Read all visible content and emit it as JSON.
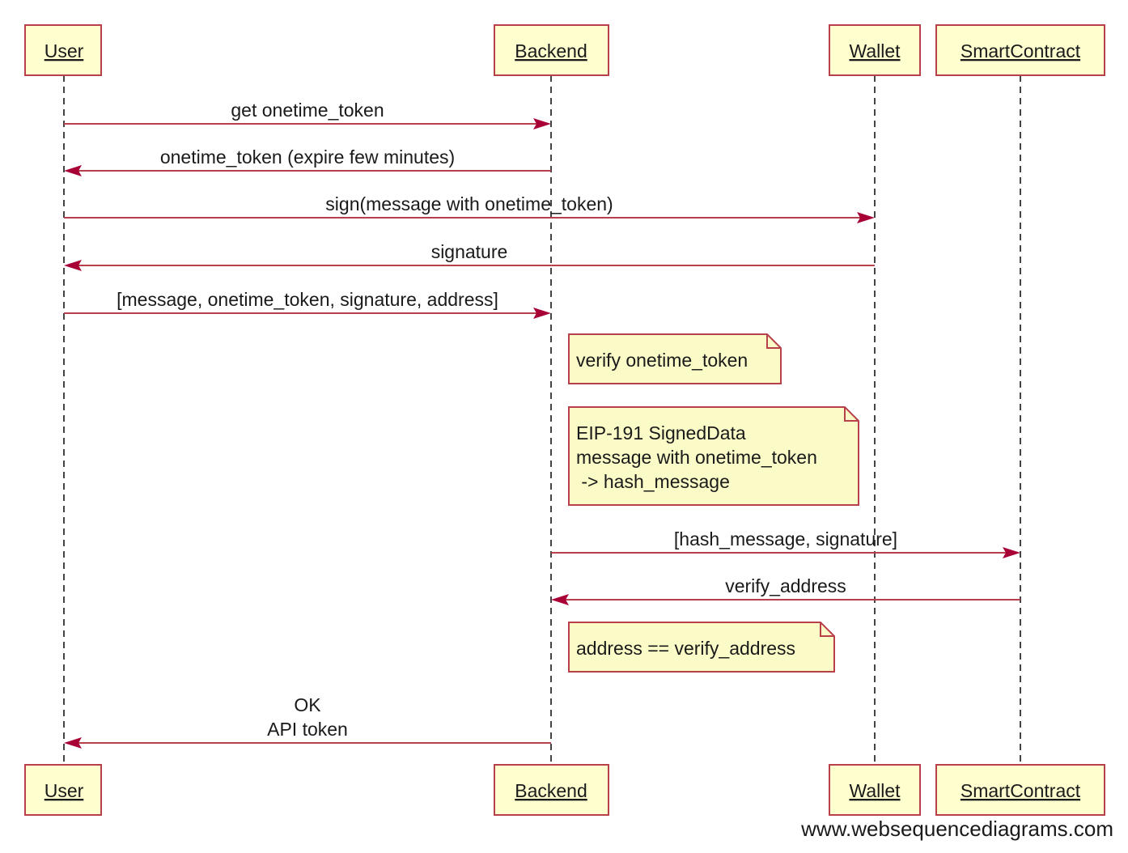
{
  "colors": {
    "participant_fill": "#fefece",
    "participant_border": "#b8404a",
    "lifeline": "#444444",
    "arrow": "#a80036",
    "arrow_line": "#b8404a",
    "note_fill": "#fbfbc8",
    "note_border": "#b8404a"
  },
  "participants": [
    {
      "id": "user",
      "label": "User"
    },
    {
      "id": "backend",
      "label": "Backend"
    },
    {
      "id": "wallet",
      "label": "Wallet"
    },
    {
      "id": "smartcontract",
      "label": "SmartContract"
    }
  ],
  "events": [
    {
      "type": "message",
      "from": "user",
      "to": "backend",
      "lines": [
        "get onetime_token"
      ]
    },
    {
      "type": "message",
      "from": "backend",
      "to": "user",
      "lines": [
        "onetime_token (expire few minutes)"
      ]
    },
    {
      "type": "message",
      "from": "user",
      "to": "wallet",
      "lines": [
        "sign(message with onetime_token)"
      ]
    },
    {
      "type": "message",
      "from": "wallet",
      "to": "user",
      "lines": [
        "signature"
      ]
    },
    {
      "type": "message",
      "from": "user",
      "to": "backend",
      "lines": [
        "[message, onetime_token, signature, address]"
      ]
    },
    {
      "type": "note",
      "over": "backend",
      "position": "right",
      "lines": [
        "verify onetime_token"
      ]
    },
    {
      "type": "note",
      "over": "backend",
      "position": "right",
      "lines": [
        "EIP-191 SignedData",
        "message with onetime_token",
        " -> hash_message"
      ]
    },
    {
      "type": "message",
      "from": "backend",
      "to": "smartcontract",
      "lines": [
        "[hash_message, signature]"
      ]
    },
    {
      "type": "message",
      "from": "smartcontract",
      "to": "backend",
      "lines": [
        "verify_address"
      ]
    },
    {
      "type": "note",
      "over": "backend",
      "position": "right",
      "lines": [
        "address == verify_address"
      ]
    },
    {
      "type": "message",
      "from": "backend",
      "to": "user",
      "lines": [
        "OK",
        "API token"
      ]
    }
  ],
  "watermark": "www.websequencediagrams.com"
}
